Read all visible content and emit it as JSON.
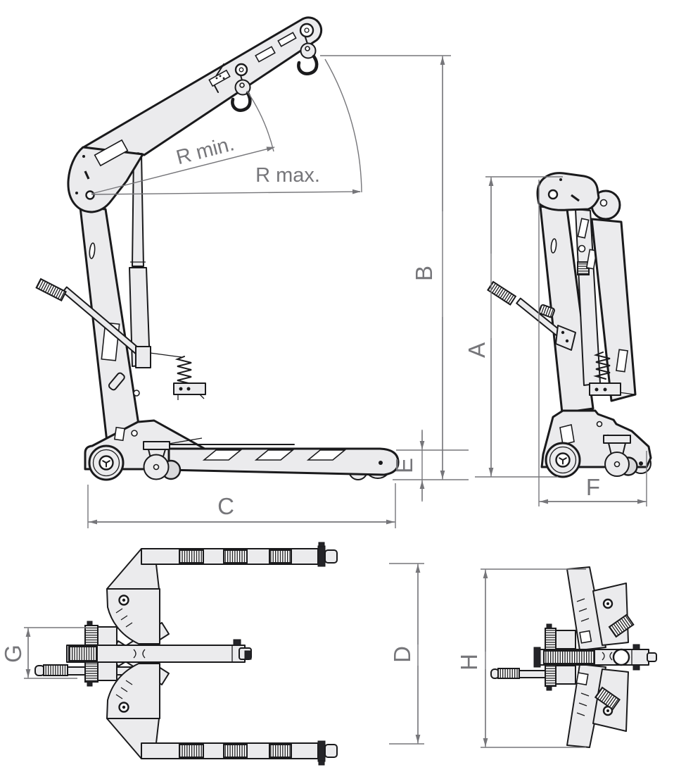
{
  "labels": {
    "r_min": "R min.",
    "r_max": "R max.",
    "a": "A",
    "b": "B",
    "c": "C",
    "d": "D",
    "e": "E",
    "f": "F",
    "g": "G",
    "h": "H"
  },
  "views": {
    "side_extended": {
      "dimension_labels": [
        "R min.",
        "R max.",
        "B",
        "E",
        "C"
      ]
    },
    "side_folded": {
      "dimension_labels": [
        "A",
        "F"
      ]
    },
    "top_extended": {
      "dimension_labels": [
        "G",
        "D"
      ]
    },
    "top_folded": {
      "dimension_labels": [
        "H"
      ]
    }
  },
  "colors": {
    "background": "#ffffff",
    "body_fill": "#ebebed",
    "outline": "#1a1a1c",
    "dimension": "#76767a",
    "shaded_fill": "#d9d9db"
  }
}
